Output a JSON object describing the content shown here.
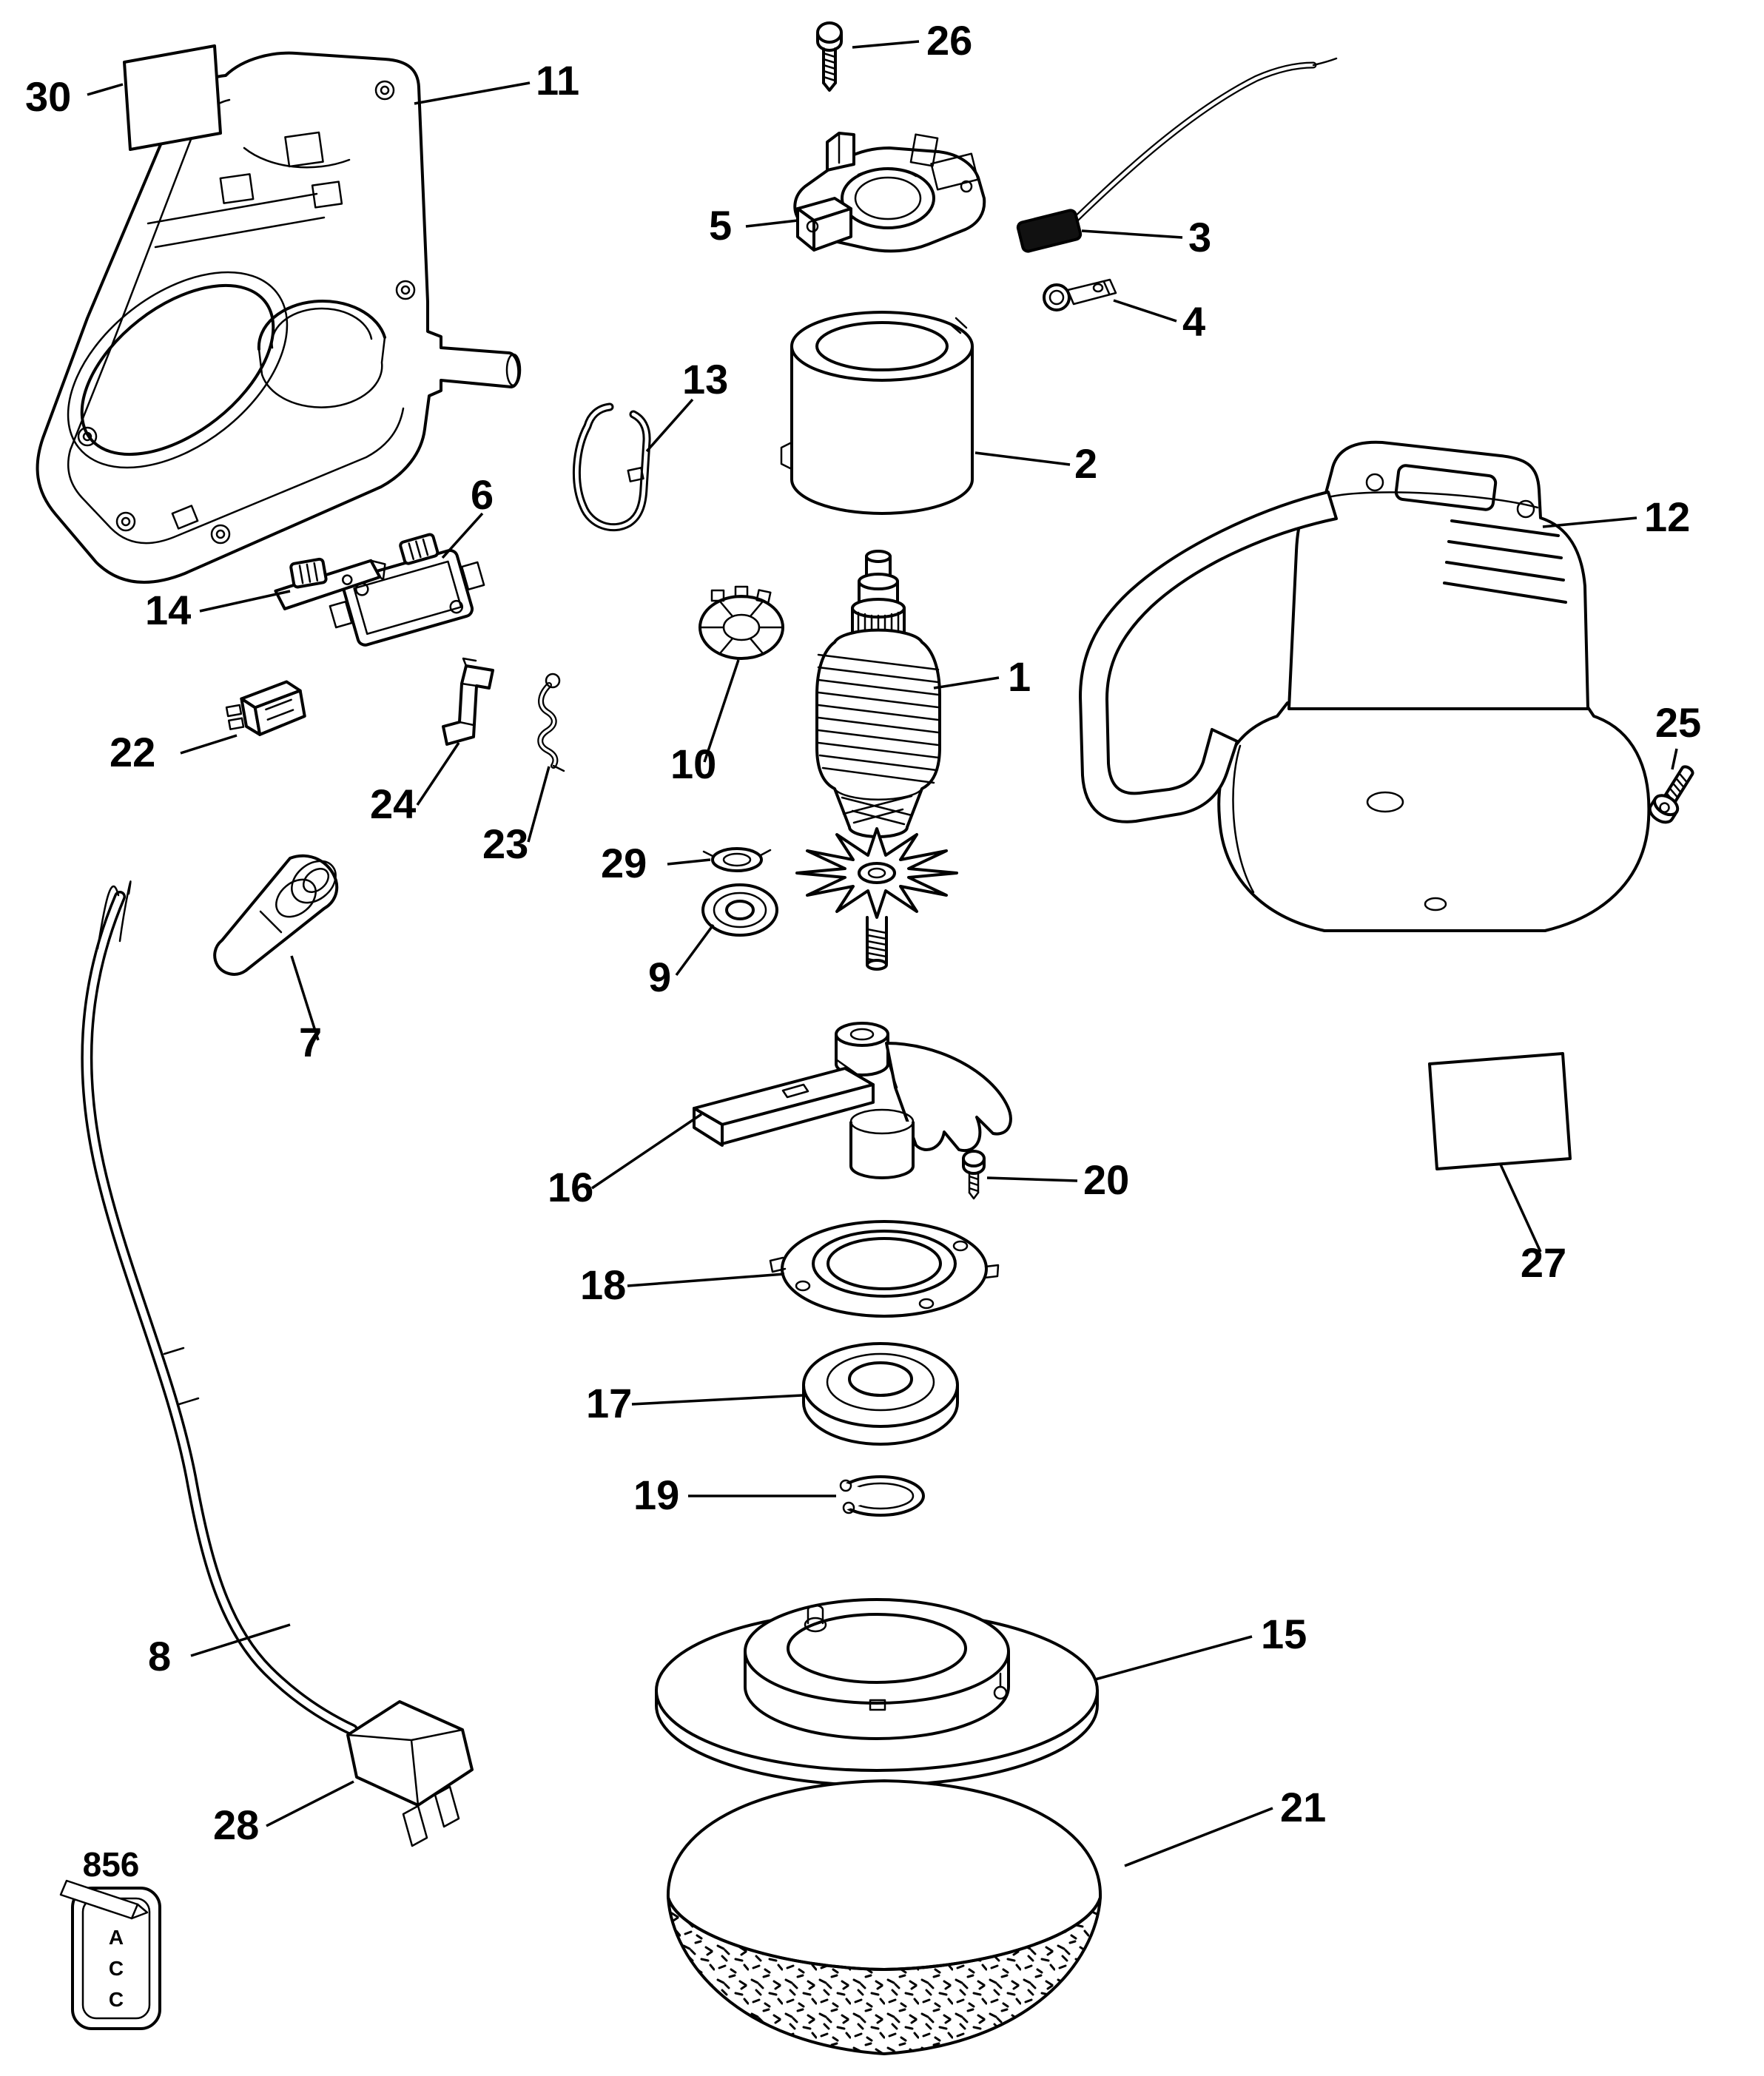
{
  "diagram": {
    "type": "exploded-parts-diagram",
    "background_color": "#ffffff",
    "line_color": "#000000",
    "connector_fill": "#111111",
    "callouts": [
      "1",
      "2",
      "3",
      "4",
      "5",
      "6",
      "7",
      "8",
      "9",
      "10",
      "11",
      "12",
      "13",
      "14",
      "15",
      "16",
      "17",
      "18",
      "19",
      "20",
      "21",
      "22",
      "23",
      "24",
      "25",
      "26",
      "27",
      "28",
      "29",
      "30"
    ],
    "extra_callouts": {
      "label_856": "856",
      "acc_letters": [
        "A",
        "C",
        "C"
      ]
    }
  }
}
